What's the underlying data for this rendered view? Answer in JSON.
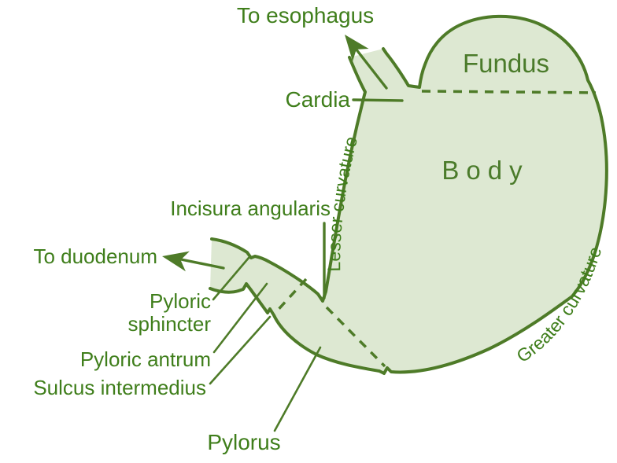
{
  "diagram": {
    "labels": {
      "to_esophagus": "To esophagus",
      "fundus": "Fundus",
      "cardia": "Cardia",
      "body": "Body",
      "incisura_angularis": "Incisura angularis",
      "to_duodenum": "To duodenum",
      "pyloric_sphincter_line1": "Pyloric",
      "pyloric_sphincter_line2": "sphincter",
      "pyloric_antrum": "Pyloric antrum",
      "sulcus_intermedius": "Sulcus intermedius",
      "pylorus": "Pylorus",
      "lesser_curvature": "Lesser curvature",
      "greater_curvature": "Greater curvature"
    },
    "colors": {
      "outline_green": "#4e7b28",
      "fill_green": "#dde8d2",
      "label_green": "#3f7e1b",
      "region_green": "#4b7b2b",
      "background": "#ffffff"
    }
  }
}
